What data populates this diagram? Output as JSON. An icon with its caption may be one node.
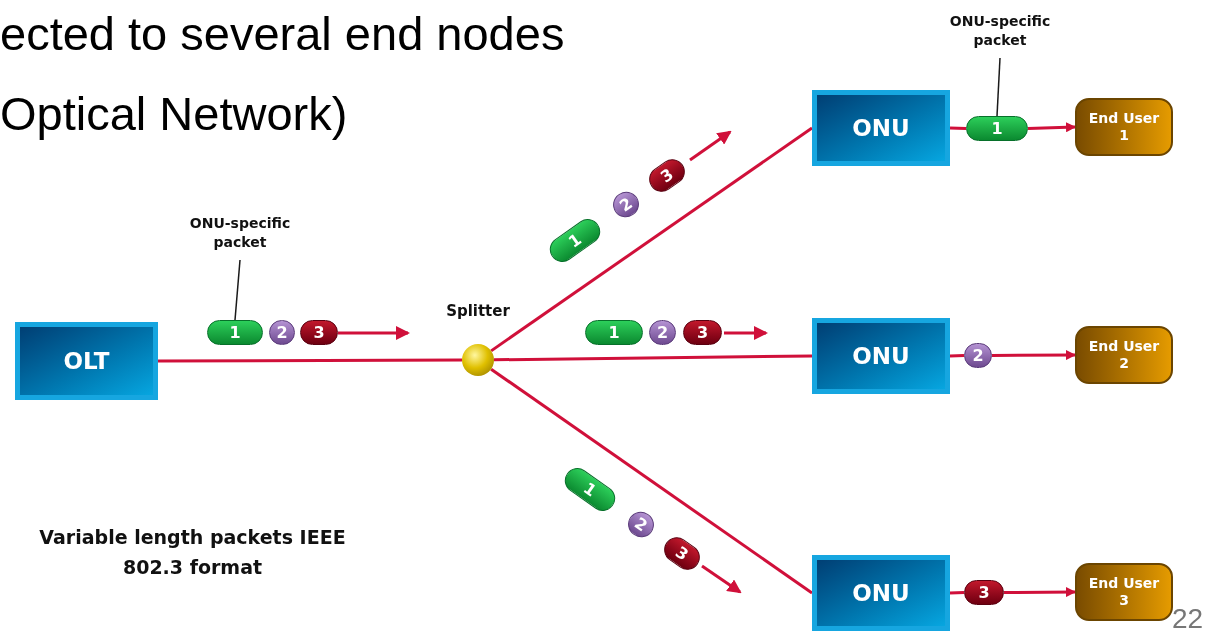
{
  "diagram": {
    "nodes": [
      {
        "text": [
          "OLT"
        ]
      },
      {
        "text": [
          "ONU-specific packet"
        ]
      },
      {
        "text": [
          "1"
        ]
      },
      {
        "text": [
          "2"
        ]
      },
      {
        "text": [
          "3"
        ]
      },
      {
        "text": [
          "Splitter"
        ]
      },
      {
        "text": [
          "1"
        ]
      },
      {
        "text": [
          "2"
        ]
      },
      {
        "text": [
          "3"
        ]
      },
      {
        "text": [
          "ONU-specific packet"
        ]
      },
      {
        "text": [
          "ONU"
        ]
      },
      {
        "text": [
          "1"
        ]
      },
      {
        "text": [
          "End User 1"
        ]
      },
      {
        "text": [
          "1"
        ]
      },
      {
        "text": [
          "2"
        ]
      },
      {
        "text": [
          "3"
        ]
      },
      {
        "text": [
          "ONU"
        ]
      },
      {
        "text": [
          "2"
        ]
      },
      {
        "text": [
          "End User 2"
        ]
      },
      {
        "text": [
          "1"
        ]
      },
      {
        "text": [
          "2"
        ]
      },
      {
        "text": [
          "3"
        ]
      },
      {
        "text": [
          "ONU"
        ]
      },
      {
        "text": [
          "3"
        ]
      },
      {
        "text": [
          "End User 3"
        ]
      }
    ],
    "edges": [
      {
        "from": 0,
        "to": 5,
        "arrow": "none"
      },
      {
        "from": 1,
        "to": 2,
        "arrow": "none",
        "color": "#1a1a1a"
      },
      {
        "from": 5,
        "to": 10,
        "arrow": "none"
      },
      {
        "from": 5,
        "to": 16,
        "arrow": "none"
      },
      {
        "from": 5,
        "to": 22,
        "arrow": "none"
      },
      {
        "from": 9,
        "to": 11,
        "arrow": "none",
        "color": "#1a1a1a"
      },
      {
        "from": 10,
        "to": 11,
        "arrow": "none"
      },
      {
        "from": 11,
        "to": 12,
        "arrow": "to"
      },
      {
        "from": 16,
        "to": 17,
        "arrow": "none"
      },
      {
        "from": 17,
        "to": 18,
        "arrow": "to"
      },
      {
        "from": 22,
        "to": 23,
        "arrow": "none"
      },
      {
        "from": 23,
        "to": 24,
        "arrow": "to"
      }
    ],
    "labels": [
      "ected to several end nodes",
      "Optical Network)",
      "Variable length packets IEEE 802.3 format",
      "22"
    ]
  }
}
